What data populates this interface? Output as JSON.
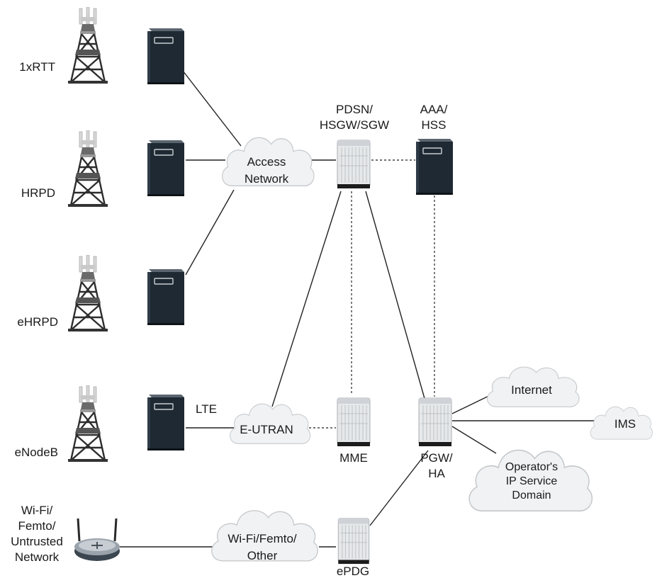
{
  "towers": [
    {
      "label": "1xRTT"
    },
    {
      "label": "HRPD"
    },
    {
      "label": "eHRPD"
    },
    {
      "label": "eNodeB"
    }
  ],
  "router": {
    "label_lines": [
      "Wi-Fi/",
      "Femto/",
      "Untrusted",
      "Network"
    ]
  },
  "lte_label": "LTE",
  "clouds": {
    "access_network": [
      "Access",
      "Network"
    ],
    "e_utran": [
      "E-UTRAN"
    ],
    "wifi_femto_other": [
      "Wi-Fi/Femto/",
      "Other"
    ],
    "internet": [
      "Internet"
    ],
    "ims": [
      "IMS"
    ],
    "operator_domain": [
      "Operator's",
      "IP Service",
      "Domain"
    ]
  },
  "nodes": {
    "pdsn": [
      "PDSN/",
      "HSGW/SGW"
    ],
    "aaa": [
      "AAA/",
      "HSS"
    ],
    "mme": [
      "MME"
    ],
    "pgw": [
      "PGW/",
      "HA"
    ],
    "epdg": [
      "ePDG"
    ]
  },
  "icons": {
    "tower": "cell-tower-icon",
    "server": "server-icon",
    "chassis": "router-chassis-icon",
    "cloud": "cloud-icon",
    "wifi_router": "wifi-router-icon"
  },
  "colors": {
    "server_dark": "#1f2933",
    "chassis_light": "#e6e8ea",
    "cloud_fill": "#f1f2f3",
    "line": "#222222"
  }
}
